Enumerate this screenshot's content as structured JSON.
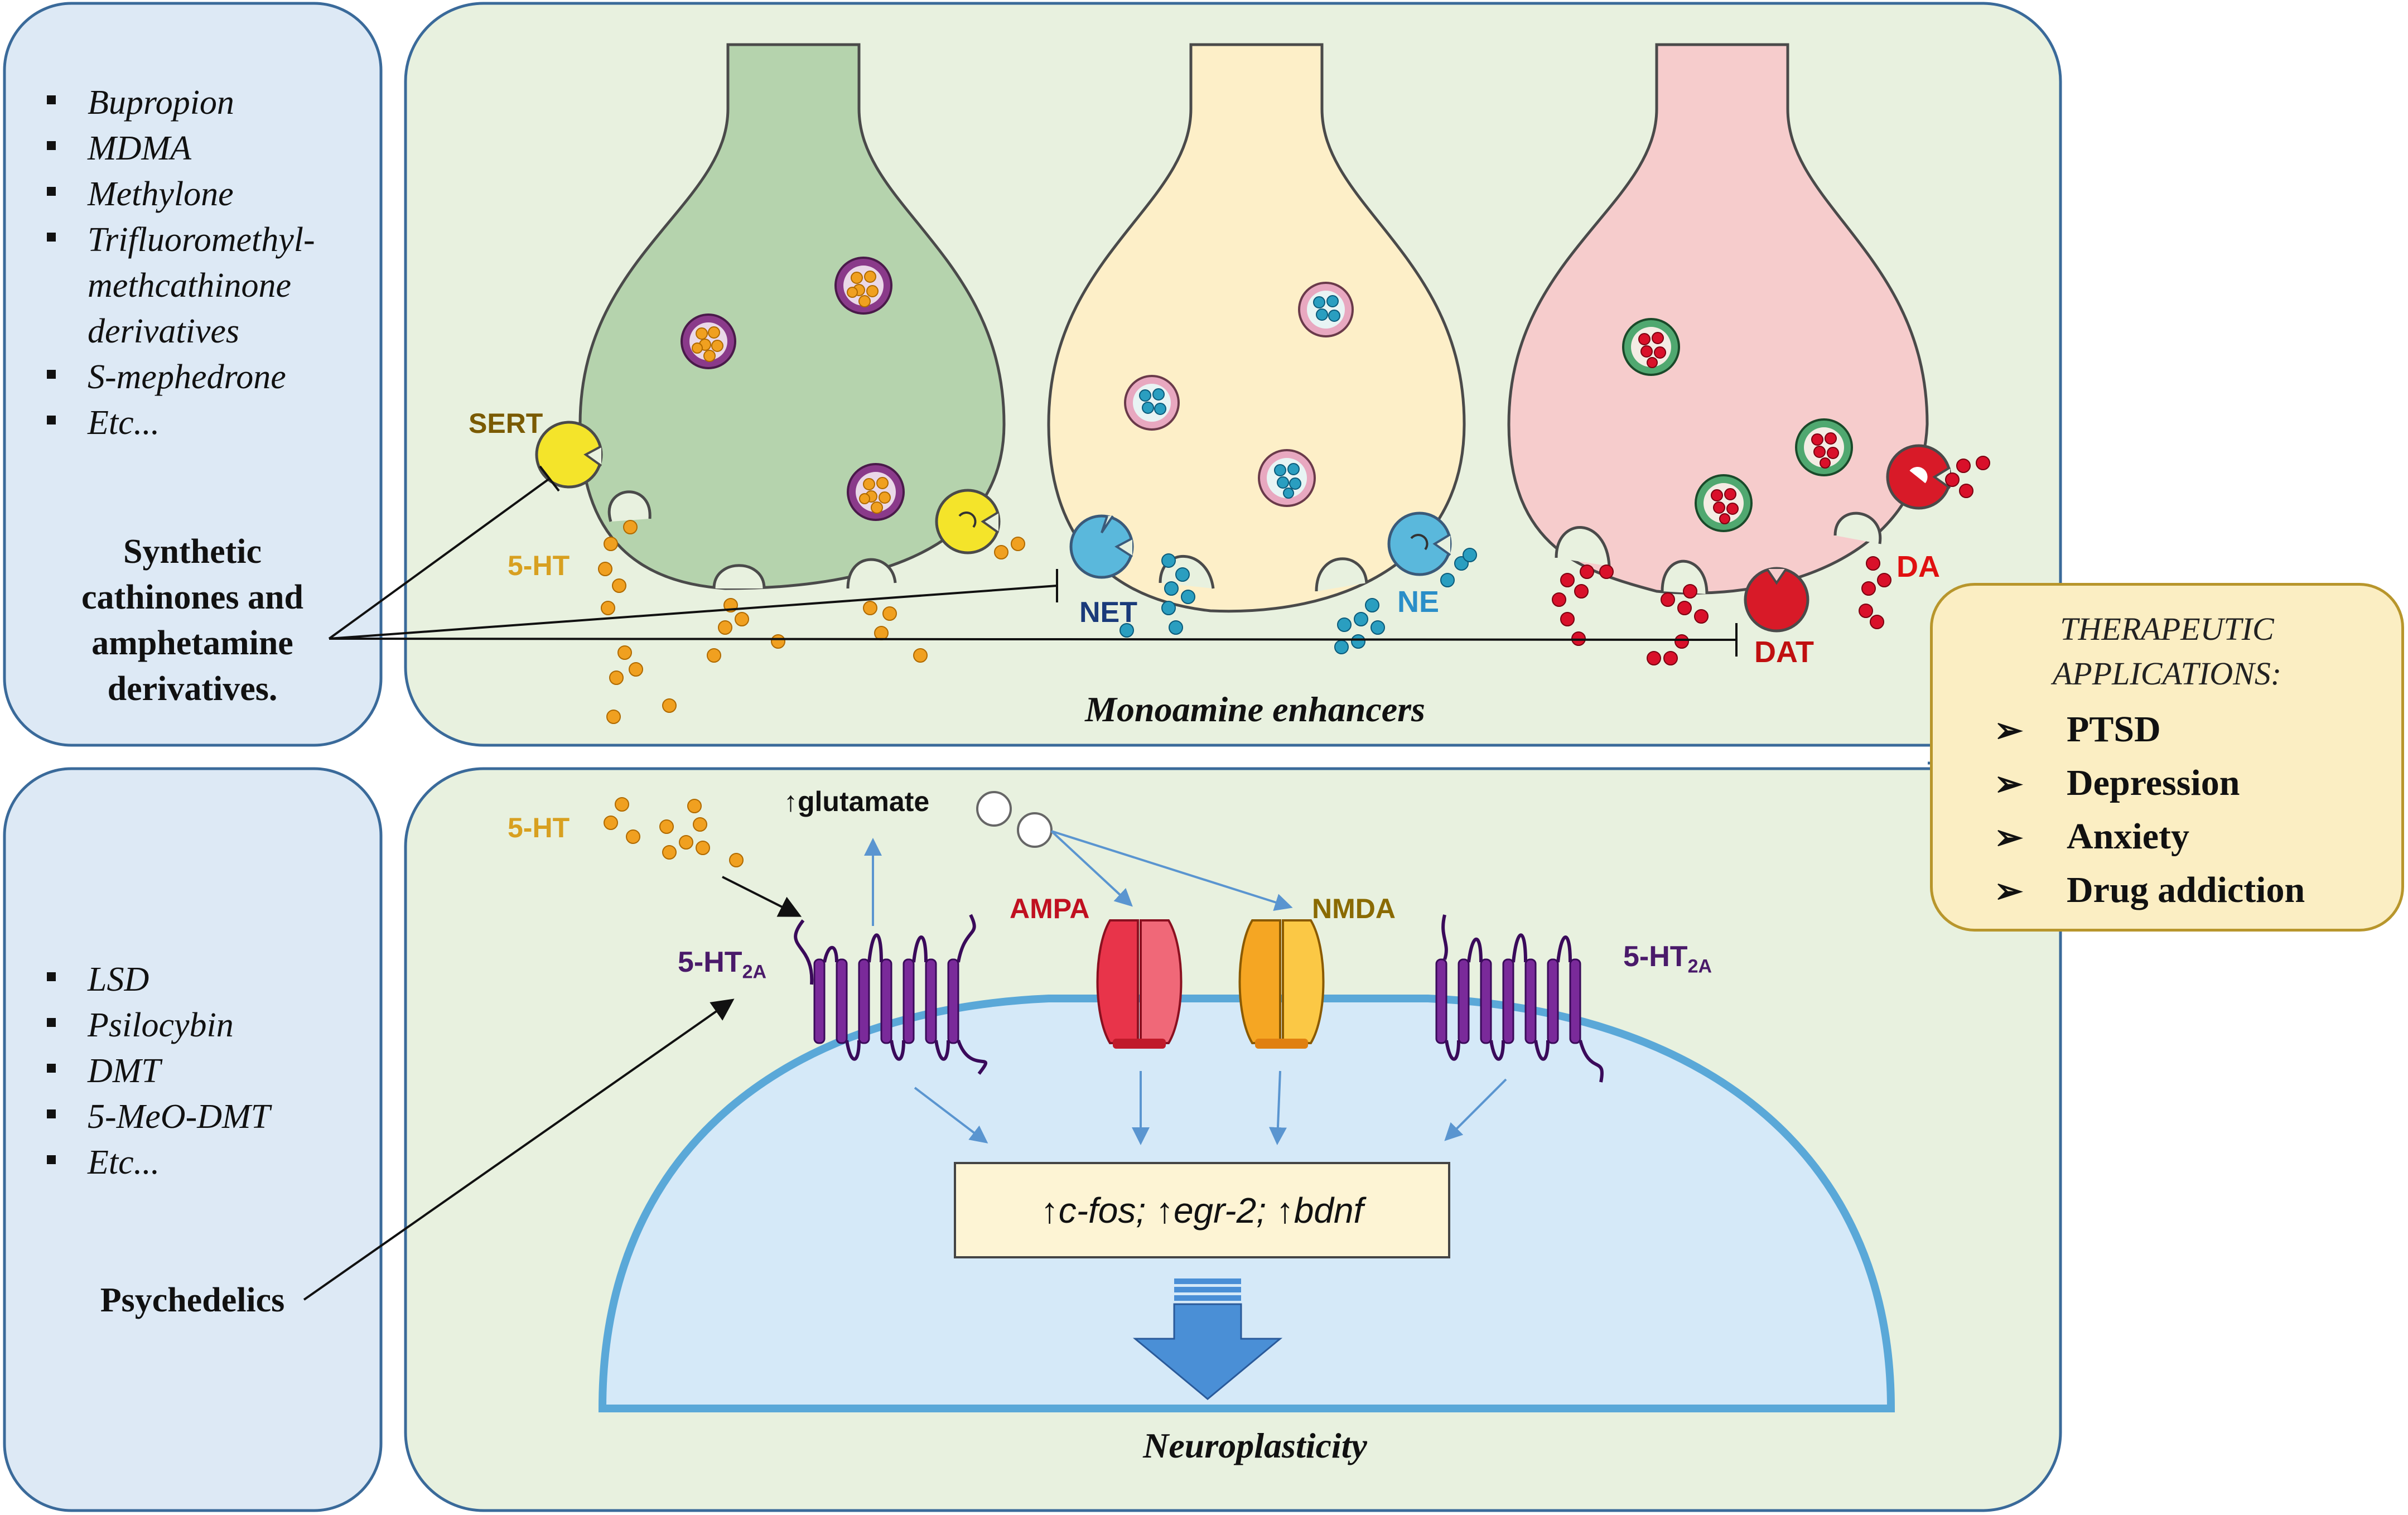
{
  "panels": {
    "top_title": "Monoamine enhancers",
    "bottom_title": "Neuroplasticity"
  },
  "monoamine_drugs": {
    "items": [
      "Bupropion",
      "MDMA",
      "Methylone",
      "Trifluoromethyl-",
      "methcathinone",
      "derivatives",
      "S-mephedrone",
      "Etc..."
    ],
    "class_label": "Synthetic\ncathinones and\namphetamine\nderivatives."
  },
  "psychedelic_drugs": {
    "items": [
      "LSD",
      "Psilocybin",
      "DMT",
      "5-MeO-DMT",
      "Etc..."
    ],
    "class_label": "Psychedelics"
  },
  "transporters": {
    "sert": "SERT",
    "net": "NET",
    "dat": "DAT"
  },
  "neurotransmitters": {
    "serotonin": "5-HT",
    "norepinephrine": "NE",
    "dopamine": "DA",
    "serotonin_bottom": "5-HT"
  },
  "receptors": {
    "left_5ht2a_main": "5-HT",
    "left_5ht2a_sub": "2A",
    "right_5ht2a_main": "5-HT",
    "right_5ht2a_sub": "2A",
    "ampa": "AMPA",
    "nmda": "NMDA"
  },
  "glutamate": {
    "arrow": "↑",
    "label": "glutamate"
  },
  "gene_expression": {
    "up1": "↑",
    "gene1": "c-fos",
    "sep1": "; ",
    "up2": "↑",
    "gene2": "egr-2",
    "sep2": "; ",
    "up3": "↑",
    "gene3": "bdnf"
  },
  "therapeutic": {
    "title": "THERAPEUTIC\nAPPLICATIONS:",
    "items": [
      "PTSD",
      "Depression",
      "Anxiety",
      "Drug addiction"
    ]
  },
  "colors": {
    "panel_left_fill": "#dde9f5",
    "panel_main_fill": "#e8f1df",
    "serotonin_neuron": "#b5d3ad",
    "norepinephrine_neuron": "#fdefc8",
    "dopamine_neuron": "#f6cccc",
    "serotonin_dot": "#f0a020",
    "ne_dot": "#2a9ec0",
    "da_dot": "#d9102a",
    "receptor_purple": "#6a1a8a",
    "ampa_red": "#e8344a",
    "nmda_orange": "#f5a623",
    "cell_blue": "#d5e9f8",
    "down_arrow_blue": "#4a8fd6",
    "label_5ht": "#d8a020",
    "label_ne": "#2a8ec8",
    "label_da": "#e01010",
    "label_dat": "#c01010",
    "label_net": "#1a3a7a",
    "label_sert": "#7a5a00",
    "label_ampa": "#c01020",
    "label_nmda": "#8a6a00",
    "label_receptor": "#4a1a6a"
  }
}
